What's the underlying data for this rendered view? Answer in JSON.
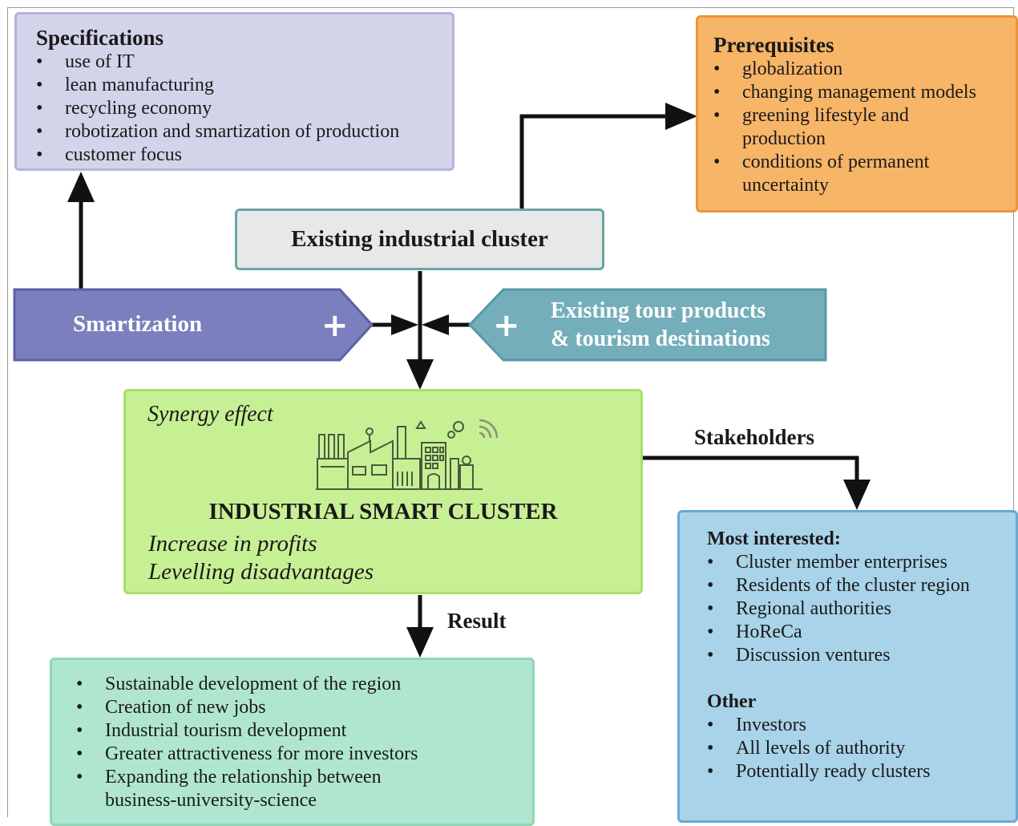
{
  "specifications": {
    "title": "Specifications",
    "items": [
      "use of IT",
      "lean manufacturing",
      "recycling economy",
      "robotization and smartization of production",
      "customer focus"
    ]
  },
  "prerequisites": {
    "title": "Prerequisites",
    "items": [
      [
        "globalization"
      ],
      [
        "changing management models"
      ],
      [
        "greening lifestyle and",
        "production"
      ],
      [
        "conditions of permanent",
        "uncertainty"
      ]
    ]
  },
  "existing_cluster": "Existing industrial cluster",
  "smartization": {
    "label": "Smartization",
    "plus": "+"
  },
  "tourism": {
    "line1": "Existing tour products",
    "line2": "& tourism destinations",
    "plus": "+"
  },
  "smart_cluster": {
    "synergy": "Synergy effect",
    "title": "INDUSTRIAL SMART CLUSTER",
    "line1": "Increase in profits",
    "line2": "Levelling disadvantages"
  },
  "labels": {
    "stakeholders": "Stakeholders",
    "result": "Result"
  },
  "result": {
    "items": [
      [
        "Sustainable development of the region"
      ],
      [
        "Creation of new jobs"
      ],
      [
        "Industrial tourism development"
      ],
      [
        "Greater attractiveness for more investors"
      ],
      [
        "Expanding the relationship between",
        "business-university-science"
      ]
    ]
  },
  "stakeholders": {
    "most_interested_title": "Most interested:",
    "most_interested": [
      "Cluster member enterprises",
      "Residents of the cluster region",
      "Regional authorities",
      "HoReCa",
      "Discussion ventures"
    ],
    "other_title": "Other",
    "other": [
      "Investors",
      "All levels of authority",
      "Potentially ready clusters"
    ]
  },
  "colors": {
    "specifications_fill": "#d3d3ea",
    "prerequisites_fill": "#f7b568",
    "smartization_fill": "#7b7fbd",
    "tourism_fill": "#74aebb",
    "smart_cluster_fill": "#c7f095",
    "result_fill": "#b0e6d0",
    "stakeholders_fill": "#a9d3e9"
  }
}
